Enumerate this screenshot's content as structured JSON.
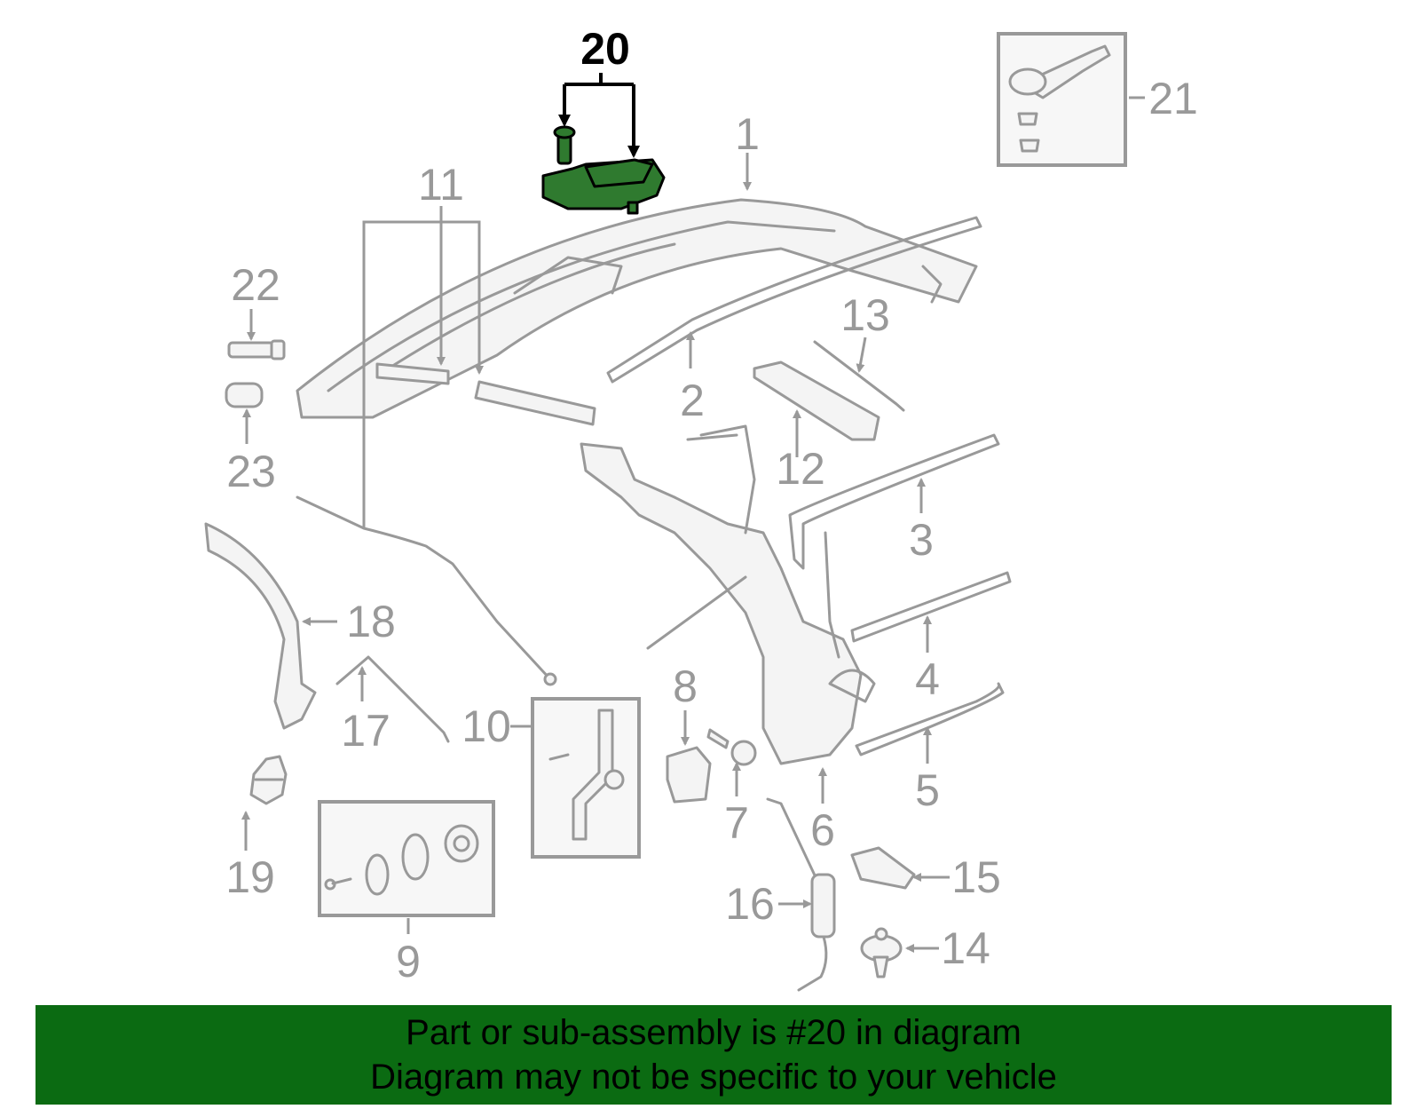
{
  "diagram": {
    "highlighted_part": "20",
    "callouts": [
      "1",
      "2",
      "3",
      "4",
      "5",
      "6",
      "7",
      "8",
      "9",
      "10",
      "11",
      "12",
      "13",
      "14",
      "15",
      "16",
      "17",
      "18",
      "19",
      "20",
      "21",
      "22",
      "23"
    ]
  },
  "banner": {
    "line1": "Part or sub-assembly is #20 in diagram",
    "line2": "Diagram may not be specific to your vehicle"
  },
  "colors": {
    "highlight": "#2f7a2f",
    "banner": "#0b6b12",
    "linework": "#999999"
  }
}
